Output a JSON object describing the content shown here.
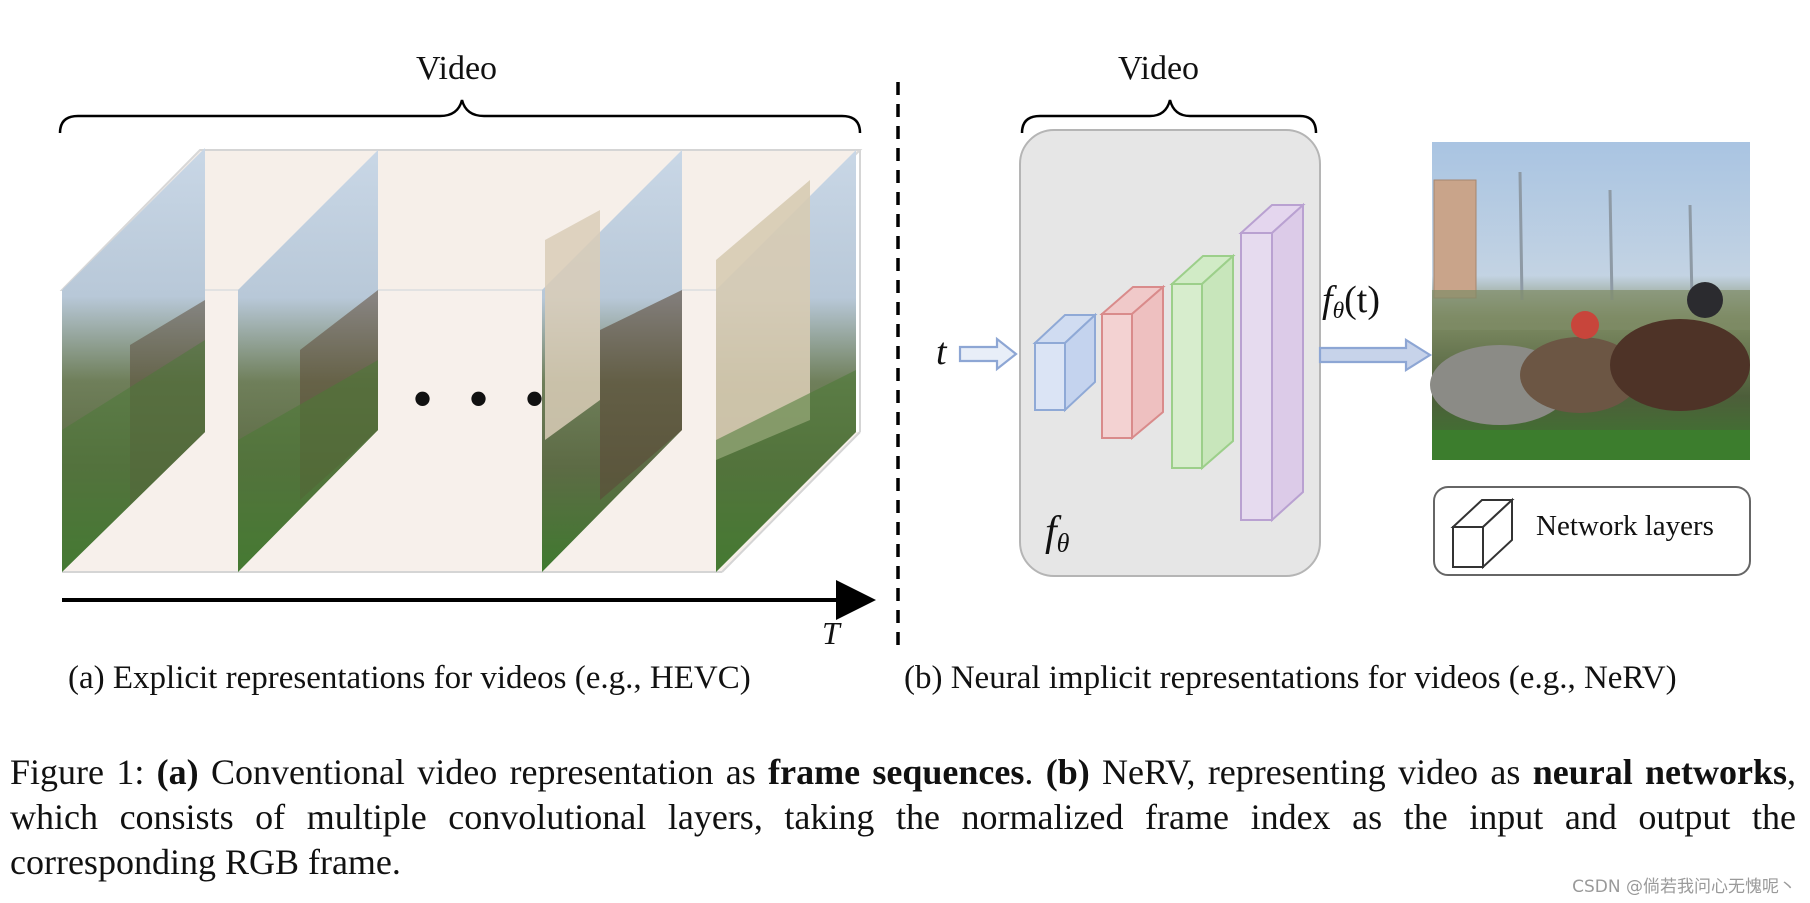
{
  "panel_a": {
    "bracket_label": "Video",
    "ellipsis": "• • •",
    "axis_label": "T",
    "caption": "(a)  Explicit representations for videos (e.g., HEVC)"
  },
  "panel_b": {
    "bracket_label": "Video",
    "input_label": "t",
    "output_label": "f",
    "output_sub": "θ",
    "output_arg": "(t)",
    "network_label": "f",
    "network_sub": "θ",
    "legend_label": "Network layers",
    "caption": "(b) Neural implicit representations for videos (e.g., NeRV)"
  },
  "figure_caption": {
    "p1": "Figure 1: ",
    "b1": "(a)",
    "p2": " Conventional video representation as ",
    "b2": "frame sequences",
    "p3": ". ",
    "b3": "(b)",
    "p4": " NeRV, representing video as ",
    "b4": "neural networks",
    "p5": ", which consists of multiple convolutional layers, taking the normalized frame index as the input and output the corresponding RGB frame."
  },
  "watermark": "CSDN @倘若我问心无愧呢丶",
  "colors": {
    "layer_blue": "#b9c9ea",
    "layer_red": "#ecb8b8",
    "layer_green": "#c4e3b9",
    "layer_purple": "#d9c8e6",
    "box_fill": "#e6e6e6",
    "arrow_blue": "#8da6d4"
  }
}
